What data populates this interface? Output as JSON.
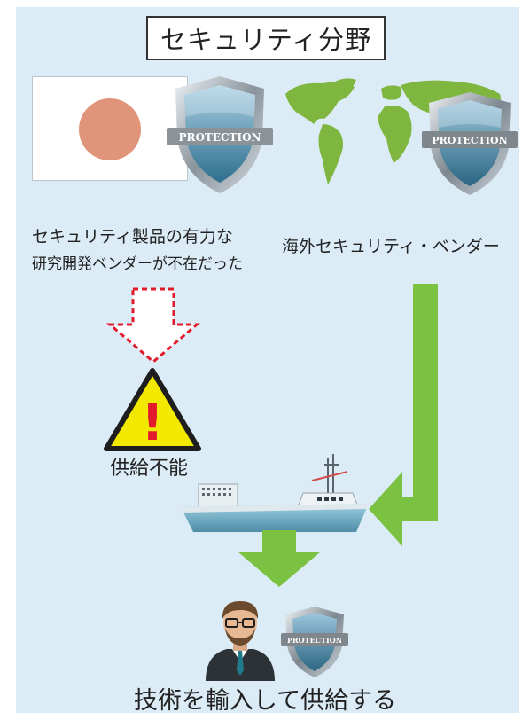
{
  "title": "セキュリティ分野",
  "shield_text": "PROTECTION",
  "left_caption": {
    "line1": "セキュリティ製品の有力な",
    "line2": "研究開発ベンダーが不在だった"
  },
  "right_caption": "海外セキュリティ・ベンダー",
  "warning_label": "供給不能",
  "warning_mark": "!",
  "bottom_caption": "技術を輸入して供給する",
  "colors": {
    "background": "#dcecf6",
    "flag_disc": "#e0957a",
    "green_arrow": "#7cc242",
    "dashed_arrow": "#e21b2c",
    "warning_fill": "#f2e800",
    "map_green": "#7fb640"
  }
}
